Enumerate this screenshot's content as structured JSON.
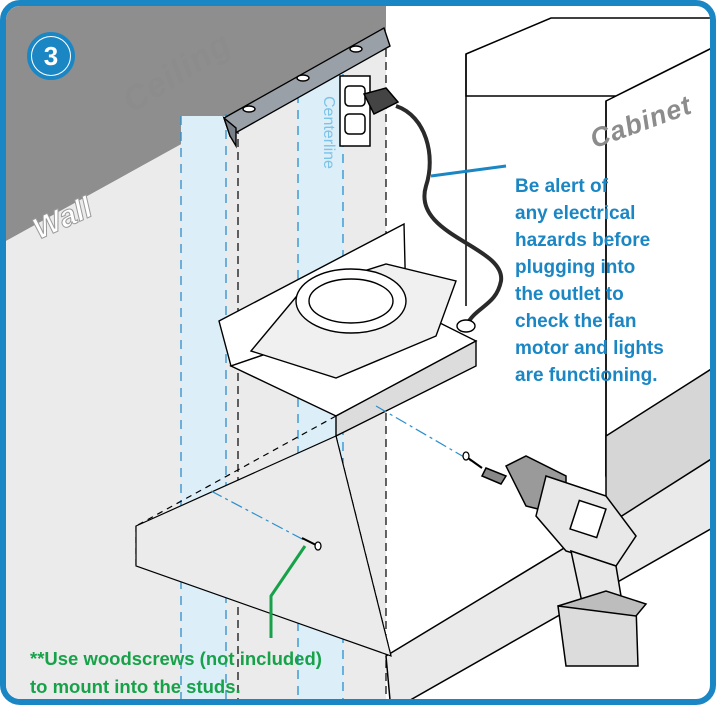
{
  "step_number": "3",
  "labels": {
    "ceiling": "Ceiling",
    "wall": "Wall",
    "cabinet": "Cabinet",
    "centerline": "Centerline"
  },
  "callout_electrical": [
    "Be alert of",
    "any electrical",
    "hazards before",
    "plugging into",
    "the outlet to",
    "check the fan",
    "motor and lights",
    "are functioning."
  ],
  "callout_woodscrews": [
    "**Use woodscrews (not included)",
    "to mount into the studs."
  ],
  "colors": {
    "frame": "#1b86c4",
    "callout_blue": "#1b86c4",
    "callout_green": "#17a24a",
    "ceiling": "#8e8e8e",
    "wall": "#e9e9e9",
    "stud": "#d8ecf7"
  },
  "icons": [
    "drill-icon",
    "screw-icon",
    "outlet-icon",
    "plug-icon",
    "mounting-bracket-icon"
  ]
}
